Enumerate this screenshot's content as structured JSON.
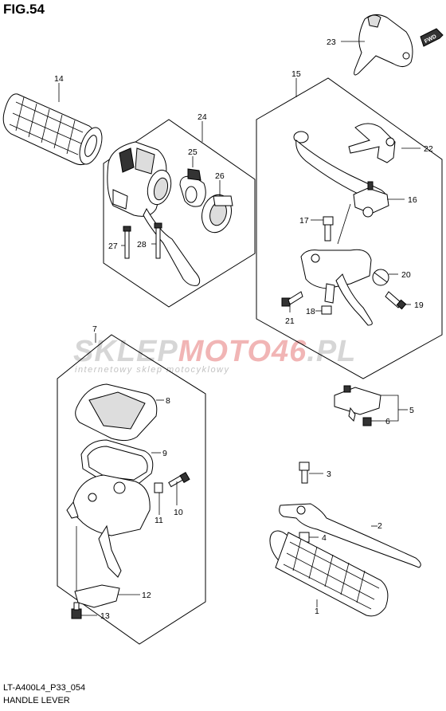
{
  "header": {
    "figure": "FIG.54"
  },
  "footer": {
    "code": "LT-A400L4_P33_054",
    "caption": "HANDLE LEVER"
  },
  "watermark": {
    "brand_a": "SKLEP",
    "brand_b": "MOTO",
    "brand_c": "46",
    "brand_d": ".PL",
    "tagline": "internetowy sklep motocyklowy"
  },
  "fwd_tag": "FWD",
  "callouts": [
    "1",
    "2",
    "3",
    "4",
    "5",
    "6",
    "7",
    "8",
    "9",
    "10",
    "11",
    "12",
    "13",
    "14",
    "15",
    "16",
    "17",
    "18",
    "19",
    "20",
    "21",
    "22",
    "23",
    "24",
    "25",
    "26",
    "27",
    "28"
  ]
}
